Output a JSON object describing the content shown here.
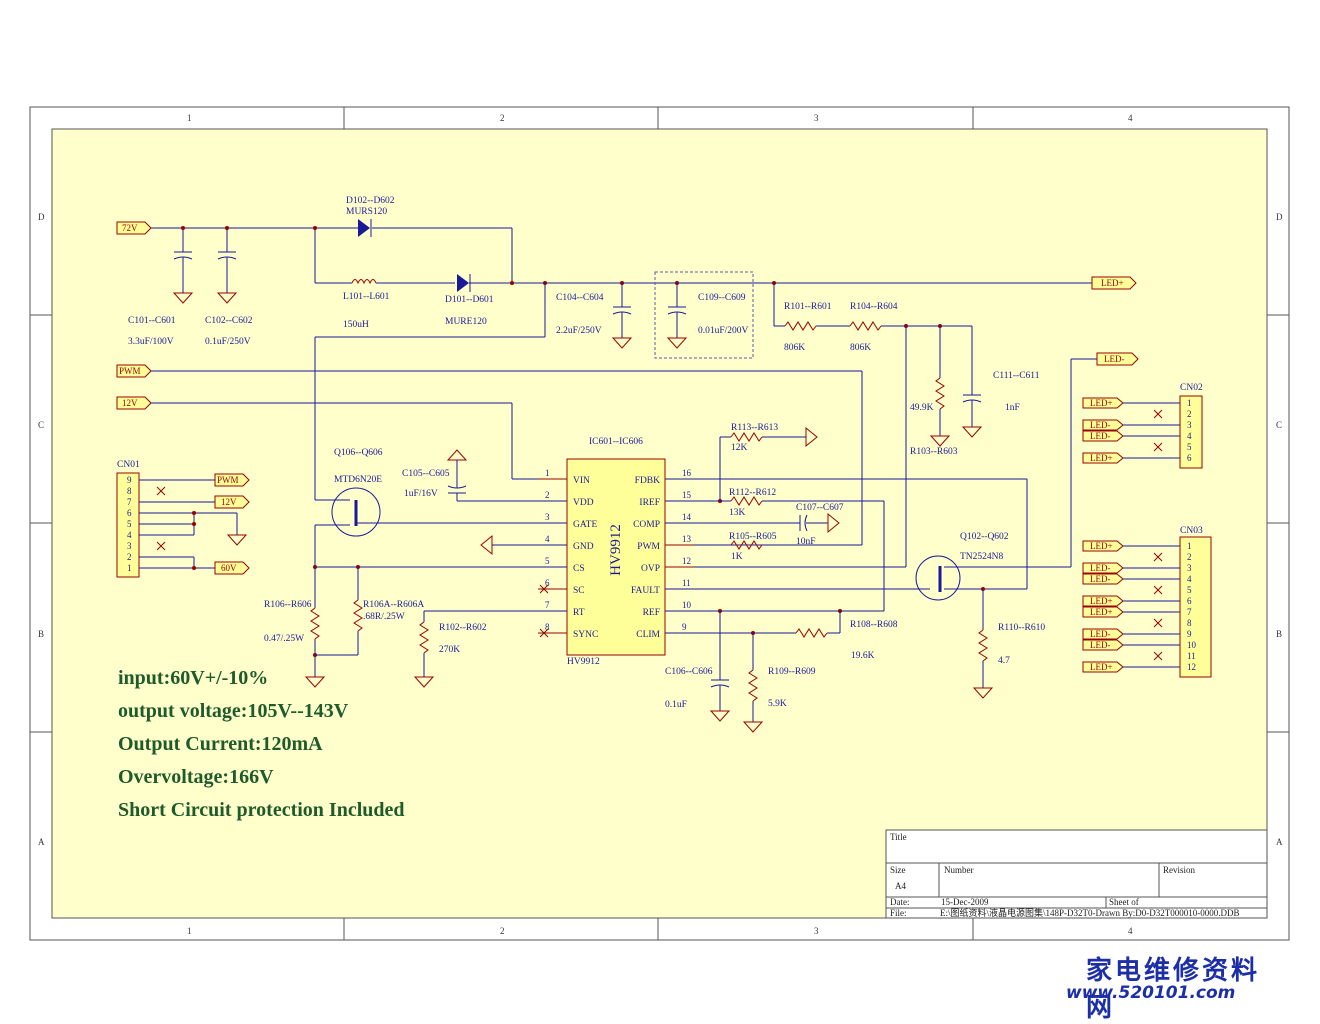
{
  "sheet": {
    "col_labels": [
      "1",
      "2",
      "3",
      "4"
    ],
    "row_labels": [
      "D",
      "C",
      "B",
      "A"
    ]
  },
  "ports": {
    "v72": "72V",
    "pwm": "PWM",
    "v12": "12V",
    "led_plus": "LED+",
    "led_minus": "LED-",
    "cn01_pwm": "PWM",
    "cn01_12v": "12V",
    "cn01_60v": "60V"
  },
  "components": {
    "d102": {
      "ref": "D102--D602",
      "value": "MURS120"
    },
    "l101": {
      "ref": "L101--L601",
      "value": "150uH"
    },
    "d101": {
      "ref": "D101--D601",
      "value": "MURE120"
    },
    "c101": {
      "ref": "C101--C601",
      "value": "3.3uF/100V"
    },
    "c102": {
      "ref": "C102--C602",
      "value": "0.1uF/250V"
    },
    "c104": {
      "ref": "C104--C604",
      "value": "2.2uF/250V"
    },
    "c109": {
      "ref": "C109--C609",
      "value": "0.01uF/200V"
    },
    "r101": {
      "ref": "R101--R601",
      "value": "806K"
    },
    "r104": {
      "ref": "R104--R604",
      "value": "806K"
    },
    "c111": {
      "ref": "C111--C611",
      "value": "1nF"
    },
    "r103": {
      "ref": "R103--R603",
      "value": "49.9K"
    },
    "q106": {
      "ref": "Q106--Q606",
      "value": "MTD6N20E"
    },
    "c105": {
      "ref": "C105--C605",
      "value": "1uF/16V"
    },
    "ic601": {
      "ref": "IC601--IC606",
      "value": "HV9912",
      "body": "HV9912"
    },
    "r113": {
      "ref": "R113--R613",
      "value": "12K"
    },
    "r112": {
      "ref": "R112--R612",
      "value": "13K"
    },
    "c107": {
      "ref": "C107--C607",
      "value": "10nF"
    },
    "r105": {
      "ref": "R105--R605",
      "value": "1K"
    },
    "q102": {
      "ref": "Q102--Q602",
      "value": "TN2524N8"
    },
    "r110": {
      "ref": "R110--R610",
      "value": "4.7"
    },
    "r106": {
      "ref": "R106--R606",
      "value": "0.47/.25W"
    },
    "r106a": {
      "ref": "R106A--R606A",
      "value": ".68R/.25W"
    },
    "r102": {
      "ref": "R102--R602",
      "value": "270K"
    },
    "c106": {
      "ref": "C106--C606",
      "value": "0.1uF"
    },
    "r109": {
      "ref": "R109--R609",
      "value": "5.9K"
    },
    "r108": {
      "ref": "R108--R608",
      "value": "19.6K"
    }
  },
  "ic_pins_left": [
    {
      "num": "1",
      "name": "VIN"
    },
    {
      "num": "2",
      "name": "VDD"
    },
    {
      "num": "3",
      "name": "GATE"
    },
    {
      "num": "4",
      "name": "GND"
    },
    {
      "num": "5",
      "name": "CS"
    },
    {
      "num": "6",
      "name": "SC"
    },
    {
      "num": "7",
      "name": "RT"
    },
    {
      "num": "8",
      "name": "SYNC"
    }
  ],
  "ic_pins_right": [
    {
      "num": "16",
      "name": "FDBK"
    },
    {
      "num": "15",
      "name": "IREF"
    },
    {
      "num": "14",
      "name": "COMP"
    },
    {
      "num": "13",
      "name": "PWM"
    },
    {
      "num": "12",
      "name": "OVP"
    },
    {
      "num": "11",
      "name": "FAULT"
    },
    {
      "num": "10",
      "name": "REF"
    },
    {
      "num": "9",
      "name": "CLIM"
    }
  ],
  "connectors": {
    "cn01": {
      "title": "CN01",
      "pins": [
        "9",
        "8",
        "7",
        "6",
        "5",
        "4",
        "3",
        "2",
        "1"
      ]
    },
    "cn02": {
      "title": "CN02",
      "pins": [
        "1",
        "2",
        "3",
        "4",
        "5",
        "6"
      ]
    },
    "cn03": {
      "title": "CN03",
      "pins": [
        "1",
        "2",
        "3",
        "4",
        "5",
        "6",
        "7",
        "8",
        "9",
        "10",
        "11",
        "12"
      ]
    }
  },
  "specs": [
    "input:60V+/-10%",
    "output voltage:105V--143V",
    "Output Current:120mA",
    "Overvoltage:166V",
    "Short Circuit protection Included"
  ],
  "title_block": {
    "title_label": "Title",
    "size_label": "Size",
    "size_value": "A4",
    "number_label": "Number",
    "revision_label": "Revision",
    "date_label": "Date:",
    "date_value": "15-Dec-2009",
    "sheet_label": "Sheet    of",
    "file_label": "File:",
    "file_value": "E:\\图纸资料\\液晶电源图集\\148P-D32T0-Drawn By:D0-D32T000010-0000.DDB"
  },
  "logo": {
    "cn": "家电维修资料网",
    "url": "www.520101.com"
  }
}
